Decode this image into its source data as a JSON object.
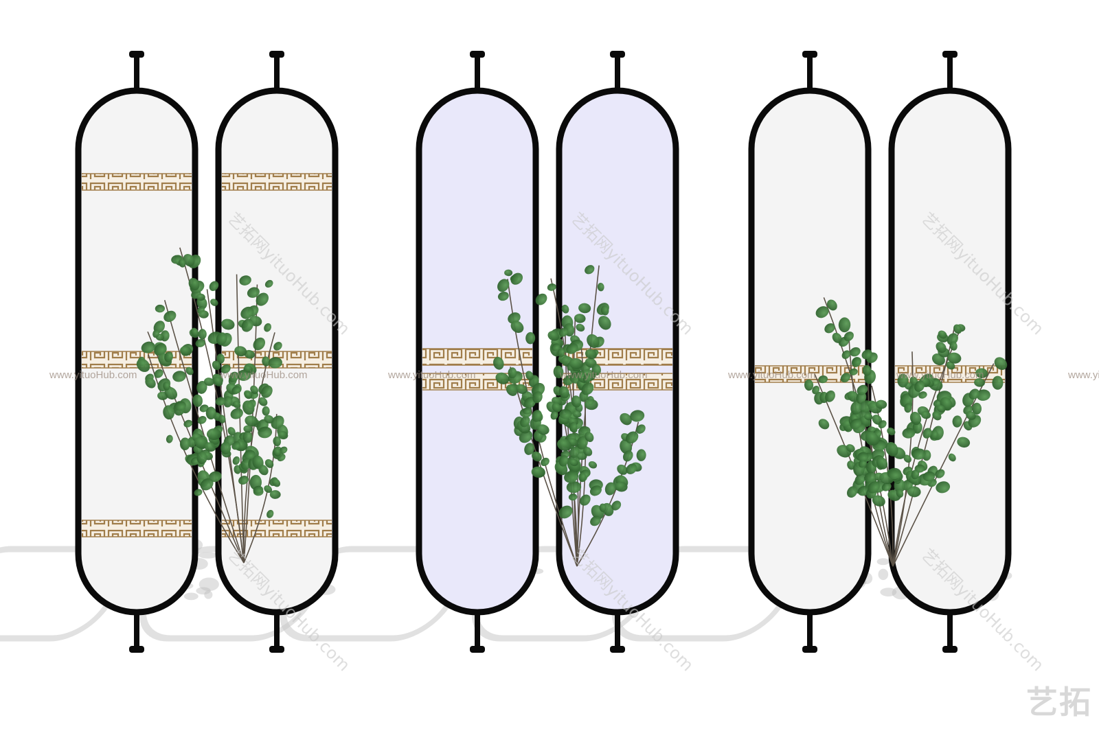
{
  "image": {
    "kind": "product render",
    "subject": "three pairs of pill-shaped floor-to-ceiling screen partitions with potted-branch foliage",
    "colors": {
      "background": "#ffffff",
      "frame": "#0a0a0a",
      "panel_white": "#f4f4f4",
      "panel_lavender": "#e9e8fa",
      "fret_band": "#a07d4a",
      "leaf": "#3f7a3c",
      "leaf_dark": "#2d5f2c",
      "branch": "#5b5247",
      "shadow": "#c8c8c8"
    },
    "pairs": [
      {
        "panel_tint": "white",
        "fret_bands": 3,
        "plant": true
      },
      {
        "panel_tint": "lavender",
        "fret_bands": 2,
        "plant": true
      },
      {
        "panel_tint": "white",
        "fret_bands": 1,
        "plant": true
      }
    ]
  },
  "watermarks": {
    "line_text": "www.yituoHub.com",
    "diagonal_text": "艺拓网yituoHub.com",
    "logo_text": "艺拓"
  }
}
